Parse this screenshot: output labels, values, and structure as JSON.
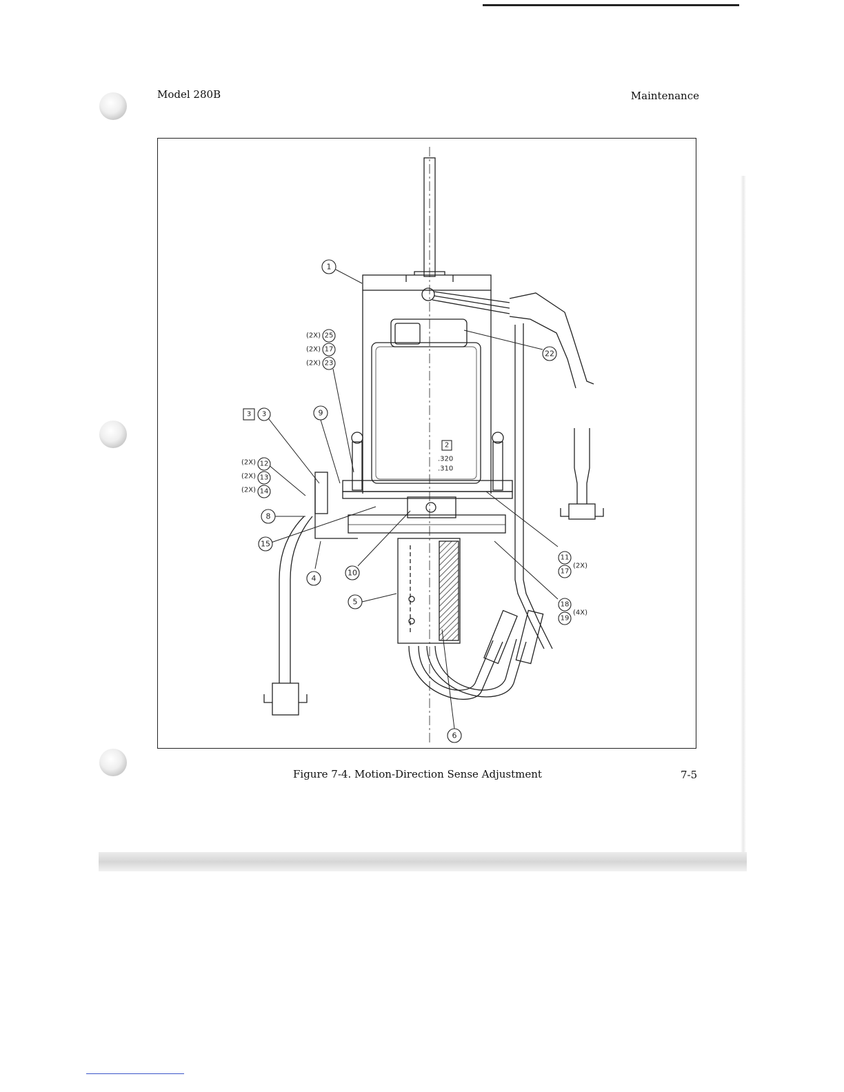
{
  "header": {
    "left": "Model 280B",
    "right": "Maintenance"
  },
  "figure": {
    "caption": "Figure 7-4.  Motion-Direction Sense Adjustment",
    "page_number": "7-5",
    "callouts": [
      {
        "text": "1"
      },
      {
        "text": "22"
      },
      {
        "text": "25"
      },
      {
        "text": "17"
      },
      {
        "text": "23"
      },
      {
        "text": "3"
      },
      {
        "text": "9"
      },
      {
        "text": "12"
      },
      {
        "text": "13"
      },
      {
        "text": "14"
      },
      {
        "text": "8"
      },
      {
        "text": "15"
      },
      {
        "text": "4"
      },
      {
        "text": "10"
      },
      {
        "text": "5"
      },
      {
        "text": "6"
      },
      {
        "text": "11"
      },
      {
        "text": "17"
      },
      {
        "text": "18"
      },
      {
        "text": "19"
      }
    ],
    "multipliers": {
      "x2": "(2X)",
      "x4": "(4X)"
    },
    "boxed_notes": {
      "note2": "2",
      "note3": "3"
    },
    "dimensions": {
      "upper": ".320",
      "lower": ".310"
    }
  }
}
